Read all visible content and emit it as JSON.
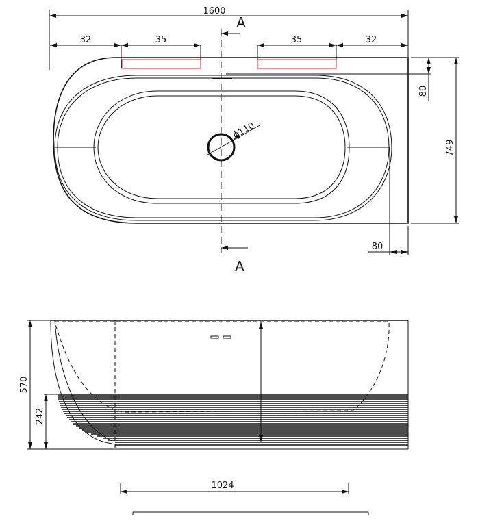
{
  "drawing": {
    "type": "technical-drawing",
    "subject": "freestanding corner bathtub",
    "views": [
      "plan",
      "side-elevation"
    ],
    "colors": {
      "line": "#111111",
      "overflow_outline": "#e02020",
      "background": "#ffffff"
    }
  },
  "plan_view": {
    "overall_length": "1600",
    "left_offset": "32",
    "left_slot_width": "35",
    "right_slot_width": "35",
    "right_offset": "32",
    "rim_depth": "80",
    "overall_width": "749",
    "bottom_offset": "80",
    "drain_diameter": "ϕ110",
    "section_label_top": "A",
    "section_label_bottom": "A"
  },
  "side_view": {
    "height": "570",
    "stripe_height": "242",
    "base_length": "1024"
  }
}
